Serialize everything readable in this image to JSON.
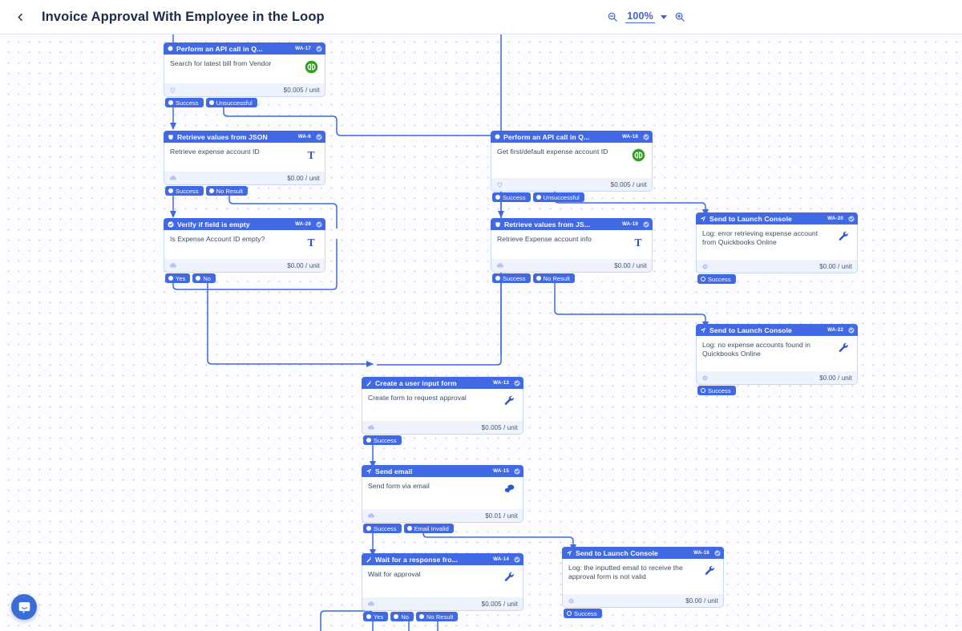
{
  "header": {
    "back_icon": "chevron-left-icon",
    "title": "Invoice Approval With Employee in the Loop",
    "zoom": {
      "out_icon": "zoom-out-icon",
      "value": "100%",
      "caret_icon": "chevron-down-icon",
      "in_icon": "zoom-in-icon"
    }
  },
  "canvas": {
    "nodes": [
      {
        "id": "wa17",
        "head_icon": "circle-icon",
        "title": "Perform an API call in Q...",
        "badge": "WA-17",
        "check_icon": "check-circle-icon",
        "description": "Search for latest bill from Vendor",
        "body_icon": "quickbooks-icon",
        "foot_icon": "plug-icon",
        "cost": "$0.005 / unit",
        "ports": [
          {
            "label": "Success",
            "style": "filled"
          },
          {
            "label": "Unsuccessful",
            "style": "filled"
          }
        ]
      },
      {
        "id": "wa6",
        "head_icon": "json-icon",
        "title": "Retrieve values from JSON",
        "badge": "WA-6",
        "check_icon": "check-circle-icon",
        "description": "Retrieve expense account ID",
        "body_icon": "text-icon",
        "foot_icon": "cloud-icon",
        "cost": "$0.00 / unit",
        "ports": [
          {
            "label": "Success",
            "style": "filled"
          },
          {
            "label": "No Result",
            "style": "filled"
          }
        ]
      },
      {
        "id": "wa28",
        "head_icon": "check-badge-icon",
        "title": "Verify if field is empty",
        "badge": "WA-28",
        "check_icon": "check-circle-icon",
        "description": "Is Expense Account ID empty?",
        "body_icon": "text-icon",
        "foot_icon": "cloud-icon",
        "cost": "$0.00 / unit",
        "ports": [
          {
            "label": "Yes",
            "style": "filled"
          },
          {
            "label": "No",
            "style": "filled"
          }
        ]
      },
      {
        "id": "wa18",
        "head_icon": "circle-icon",
        "title": "Perform an API call in Q...",
        "badge": "WA-18",
        "check_icon": "check-circle-icon",
        "description": "Get first/default expense account ID",
        "body_icon": "quickbooks-icon",
        "foot_icon": "plug-icon",
        "cost": "$0.005 / unit",
        "ports": [
          {
            "label": "Success",
            "style": "filled"
          },
          {
            "label": "Unsuccessful",
            "style": "filled"
          }
        ]
      },
      {
        "id": "wa19",
        "head_icon": "json-icon",
        "title": "Retrieve values from JS...",
        "badge": "WA-19",
        "check_icon": "check-circle-icon",
        "description": "Retrieve Expense account info",
        "body_icon": "text-icon",
        "foot_icon": "cloud-icon",
        "cost": "$0.00 / unit",
        "ports": [
          {
            "label": "Success",
            "style": "filled"
          },
          {
            "label": "No Result",
            "style": "filled"
          }
        ]
      },
      {
        "id": "wa20",
        "head_icon": "send-icon",
        "title": "Send to Launch Console",
        "badge": "WA-20",
        "check_icon": "check-circle-icon",
        "description": "Log: error retrieving expense account from Quickbooks Online",
        "body_icon": "wrench-icon",
        "foot_icon": "gear-icon",
        "cost": "$0.00 / unit",
        "ports": [
          {
            "label": "Success",
            "style": "hollow"
          }
        ]
      },
      {
        "id": "wa22",
        "head_icon": "send-icon",
        "title": "Send to Launch Console",
        "badge": "WA-22",
        "check_icon": "check-circle-icon",
        "description": "Log: no expense accounts found in Quickbooks Online",
        "body_icon": "wrench-icon",
        "foot_icon": "gear-icon",
        "cost": "$0.00 / unit",
        "ports": [
          {
            "label": "Success",
            "style": "hollow"
          }
        ]
      },
      {
        "id": "wa13",
        "head_icon": "magic-wand-icon",
        "title": "Create a user input form",
        "badge": "WA-13",
        "check_icon": "check-circle-icon",
        "description": "Create form to request approval",
        "body_icon": "wrench-icon",
        "foot_icon": "cloud-icon",
        "cost": "$0.005 / unit",
        "ports": [
          {
            "label": "Success",
            "style": "filled"
          }
        ]
      },
      {
        "id": "wa15",
        "head_icon": "send-icon",
        "title": "Send email",
        "badge": "WA-15",
        "check_icon": "check-circle-icon",
        "description": "Send form via email",
        "body_icon": "chat-bubbles-icon",
        "foot_icon": "cloud-icon",
        "cost": "$0.01 / unit",
        "ports": [
          {
            "label": "Success",
            "style": "filled"
          },
          {
            "label": "Email Invalid",
            "style": "filled"
          }
        ]
      },
      {
        "id": "wa14",
        "head_icon": "magic-wand-icon",
        "title": "Wait for a response fro...",
        "badge": "WA-14",
        "check_icon": "check-circle-icon",
        "description": "Wait for approval",
        "body_icon": "wrench-icon",
        "foot_icon": "cloud-icon",
        "cost": "$0.005 / unit",
        "ports": [
          {
            "label": "Yes",
            "style": "filled"
          },
          {
            "label": "No",
            "style": "filled"
          },
          {
            "label": "No Result",
            "style": "filled"
          }
        ]
      },
      {
        "id": "wa16",
        "head_icon": "send-icon",
        "title": "Send to Launch Console",
        "badge": "WA-16",
        "check_icon": "check-circle-icon",
        "description": "Log: the inputted email to receive the approval form is not valid",
        "body_icon": "wrench-icon",
        "foot_icon": "gear-icon",
        "cost": "$0.00 / unit",
        "ports": [
          {
            "label": "Success",
            "style": "hollow"
          }
        ]
      }
    ]
  },
  "intercom": {
    "icon": "intercom-chat-icon"
  },
  "colors": {
    "node_blue": "#4269e4",
    "edge_blue": "#3d6ae3",
    "node_footer": "#eef3fe",
    "quickbooks_green": "#2ca01c",
    "canvas_bg": "#fdfdff",
    "grid_dot": "#c3d2ef"
  }
}
